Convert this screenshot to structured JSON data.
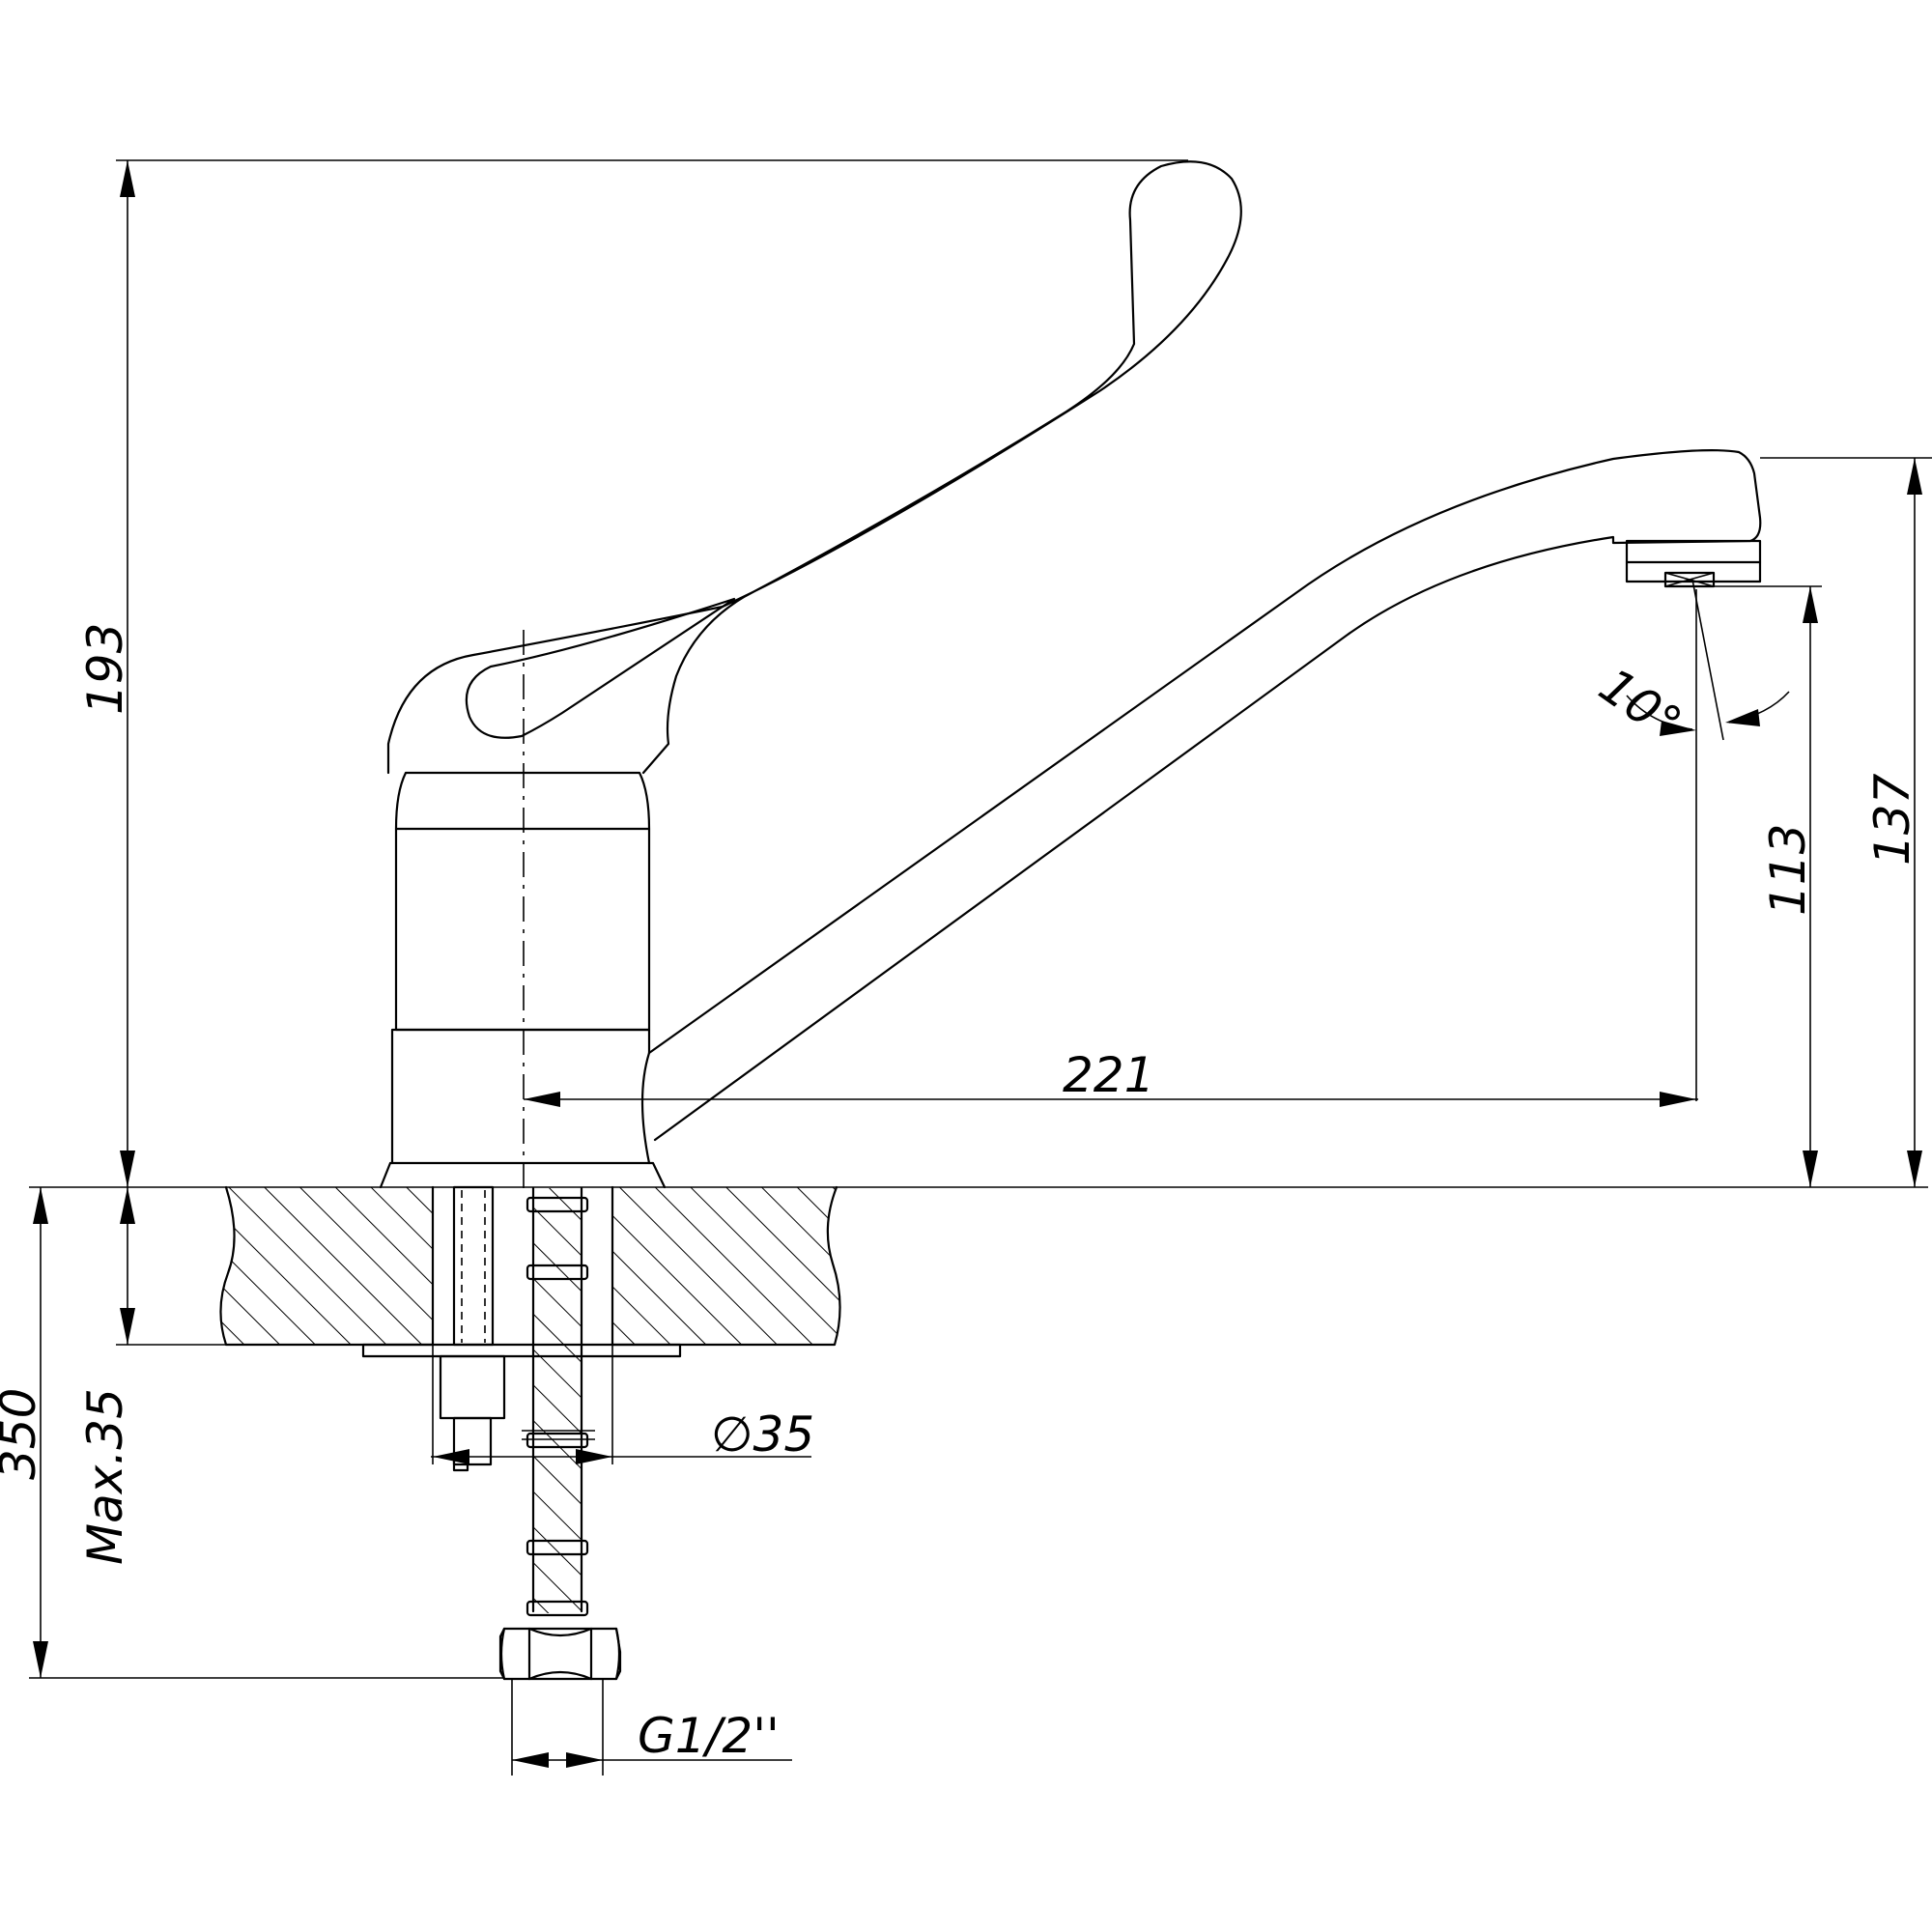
{
  "dimensions": {
    "total_height": "193",
    "spout_reach": "221",
    "spout_outlet_height": "113",
    "spout_top_height": "137",
    "outlet_angle": "10°",
    "hose_length": "350",
    "max_countertop": "Max.35",
    "mounting_hole": "∅35",
    "connection_thread": "G1/2''"
  }
}
